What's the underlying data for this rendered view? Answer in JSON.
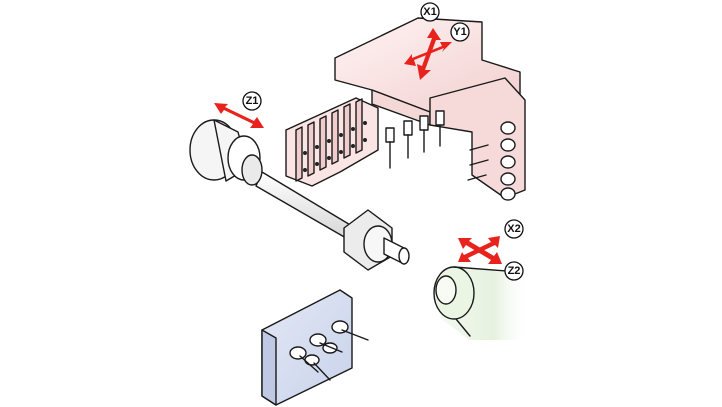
{
  "axis_labels": {
    "x1": "X1",
    "y1": "Y1",
    "z1": "Z1",
    "x2": "X2",
    "z2": "Z2"
  },
  "colors": {
    "arrow": "#e8231e",
    "turret_fill": "#fbe6e6",
    "turret_shade": "#f2cccc",
    "subspindle_fill": "#eaf4e4",
    "tool_block_fill": "#d4dcef",
    "outline": "#1a1a1a"
  }
}
